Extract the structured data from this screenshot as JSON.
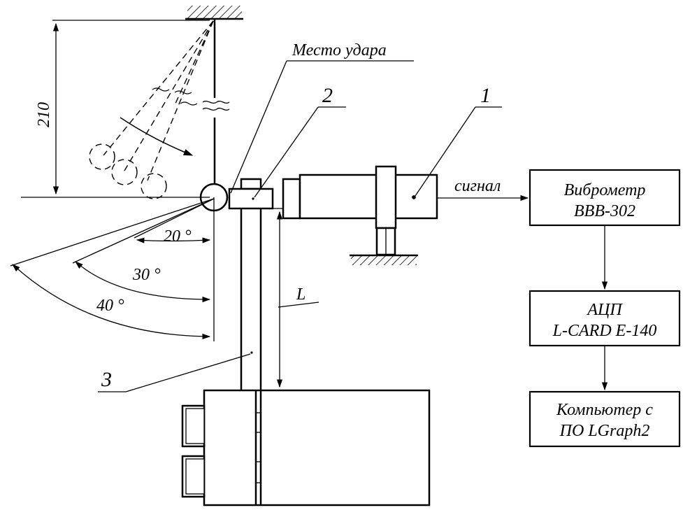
{
  "dimension": {
    "height": "210"
  },
  "labels": {
    "impact_place": "Место удара",
    "signal": "сигнал",
    "length": "L"
  },
  "angles": [
    "20 °",
    "30 °",
    "40 °"
  ],
  "callouts": [
    "1",
    "2",
    "3"
  ],
  "boxes": {
    "vibrometer": {
      "line1": "Виброметр",
      "line2": "ВВВ-302"
    },
    "adc": {
      "line1": "АЦП",
      "line2": "L-CARD E-140"
    },
    "computer": {
      "line1": "Компьютер с",
      "line2": "ПО  LGraph2"
    }
  },
  "colors": {
    "ink": "#000000",
    "paper": "#ffffff"
  }
}
